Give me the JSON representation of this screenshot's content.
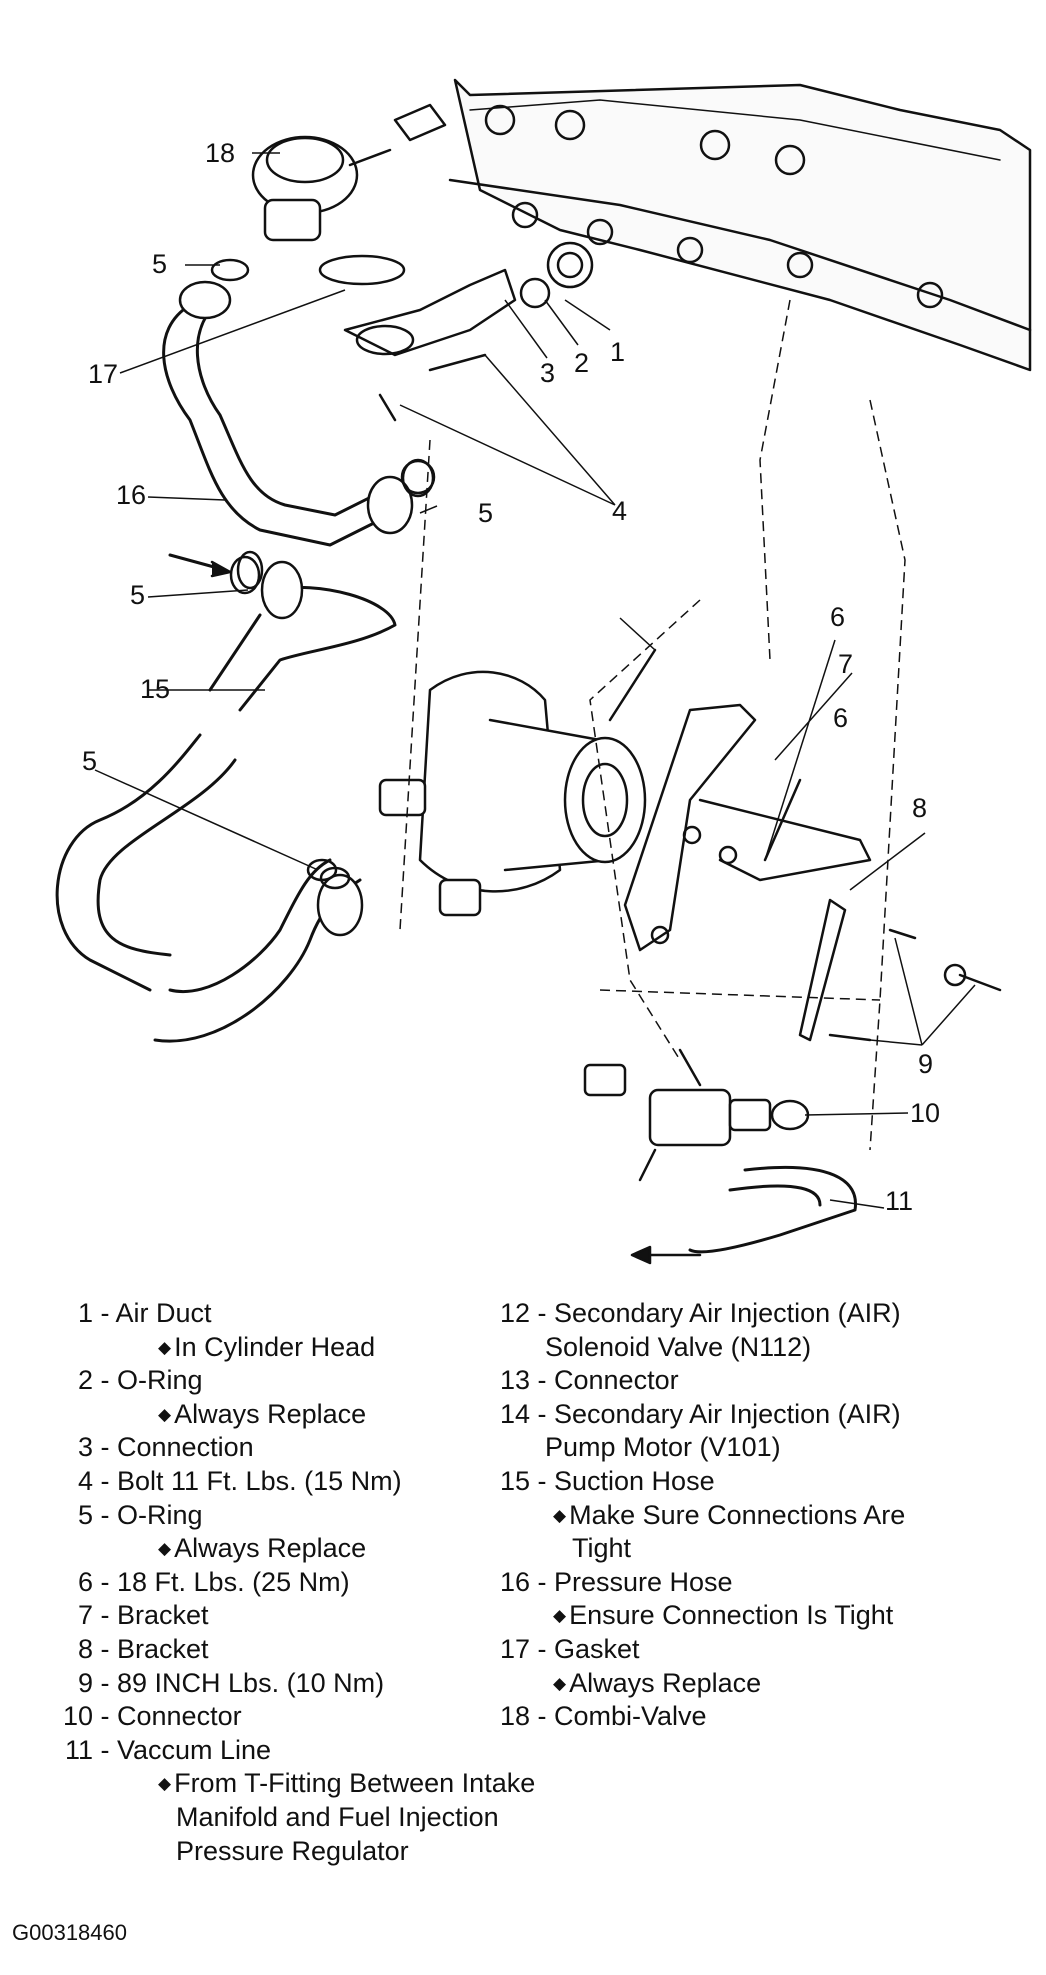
{
  "figure_id": "G00318460",
  "callouts": {
    "c1": "1",
    "c2": "2",
    "c3": "3",
    "c4": "4",
    "c5a": "5",
    "c5b": "5",
    "c5c": "5",
    "c5d": "5",
    "c6a": "6",
    "c6b": "6",
    "c7": "7",
    "c8": "8",
    "c9": "9",
    "c10": "10",
    "c11": "11",
    "c15": "15",
    "c16": "16",
    "c17": "17",
    "c18": "18"
  },
  "legend_left": [
    {
      "num": "1",
      "label": "Air Duct",
      "notes": [
        "In Cylinder Head"
      ]
    },
    {
      "num": "2",
      "label": "O-Ring",
      "notes": [
        "Always Replace"
      ]
    },
    {
      "num": "3",
      "label": "Connection",
      "notes": []
    },
    {
      "num": "4",
      "label": "Bolt 11 Ft. Lbs. (15 Nm)",
      "notes": []
    },
    {
      "num": "5",
      "label": "O-Ring",
      "notes": [
        "Always Replace"
      ]
    },
    {
      "num": "6",
      "label": "18 Ft. Lbs. (25 Nm)",
      "notes": []
    },
    {
      "num": "7",
      "label": "Bracket",
      "notes": []
    },
    {
      "num": "8",
      "label": "Bracket",
      "notes": []
    },
    {
      "num": "9",
      "label": "89 INCH Lbs. (10 Nm)",
      "notes": []
    },
    {
      "num": "10",
      "label": "Connector",
      "notes": []
    },
    {
      "num": "11",
      "label": "Vaccum Line",
      "notes": []
    }
  ],
  "legend_left_11_note": "From T-Fitting Between Intake",
  "legend_left_11_cont1": "Manifold and Fuel Injection",
  "legend_left_11_cont2": "Pressure Regulator",
  "legend_right": {
    "i12_label": "Secondary Air Injection (AIR)",
    "i12_cont": "Solenoid Valve (N112)",
    "i13_label": "Connector",
    "i14_label": "Secondary Air Injection (AIR)",
    "i14_cont": "Pump Motor (V101)",
    "i15_label": "Suction Hose",
    "i15_note": "Make Sure Connections Are",
    "i15_note_cont": "Tight",
    "i16_label": "Pressure Hose",
    "i16_note": "Ensure Connection Is Tight",
    "i17_label": "Gasket",
    "i17_note": "Always Replace",
    "i18_label": "Combi-Valve"
  }
}
